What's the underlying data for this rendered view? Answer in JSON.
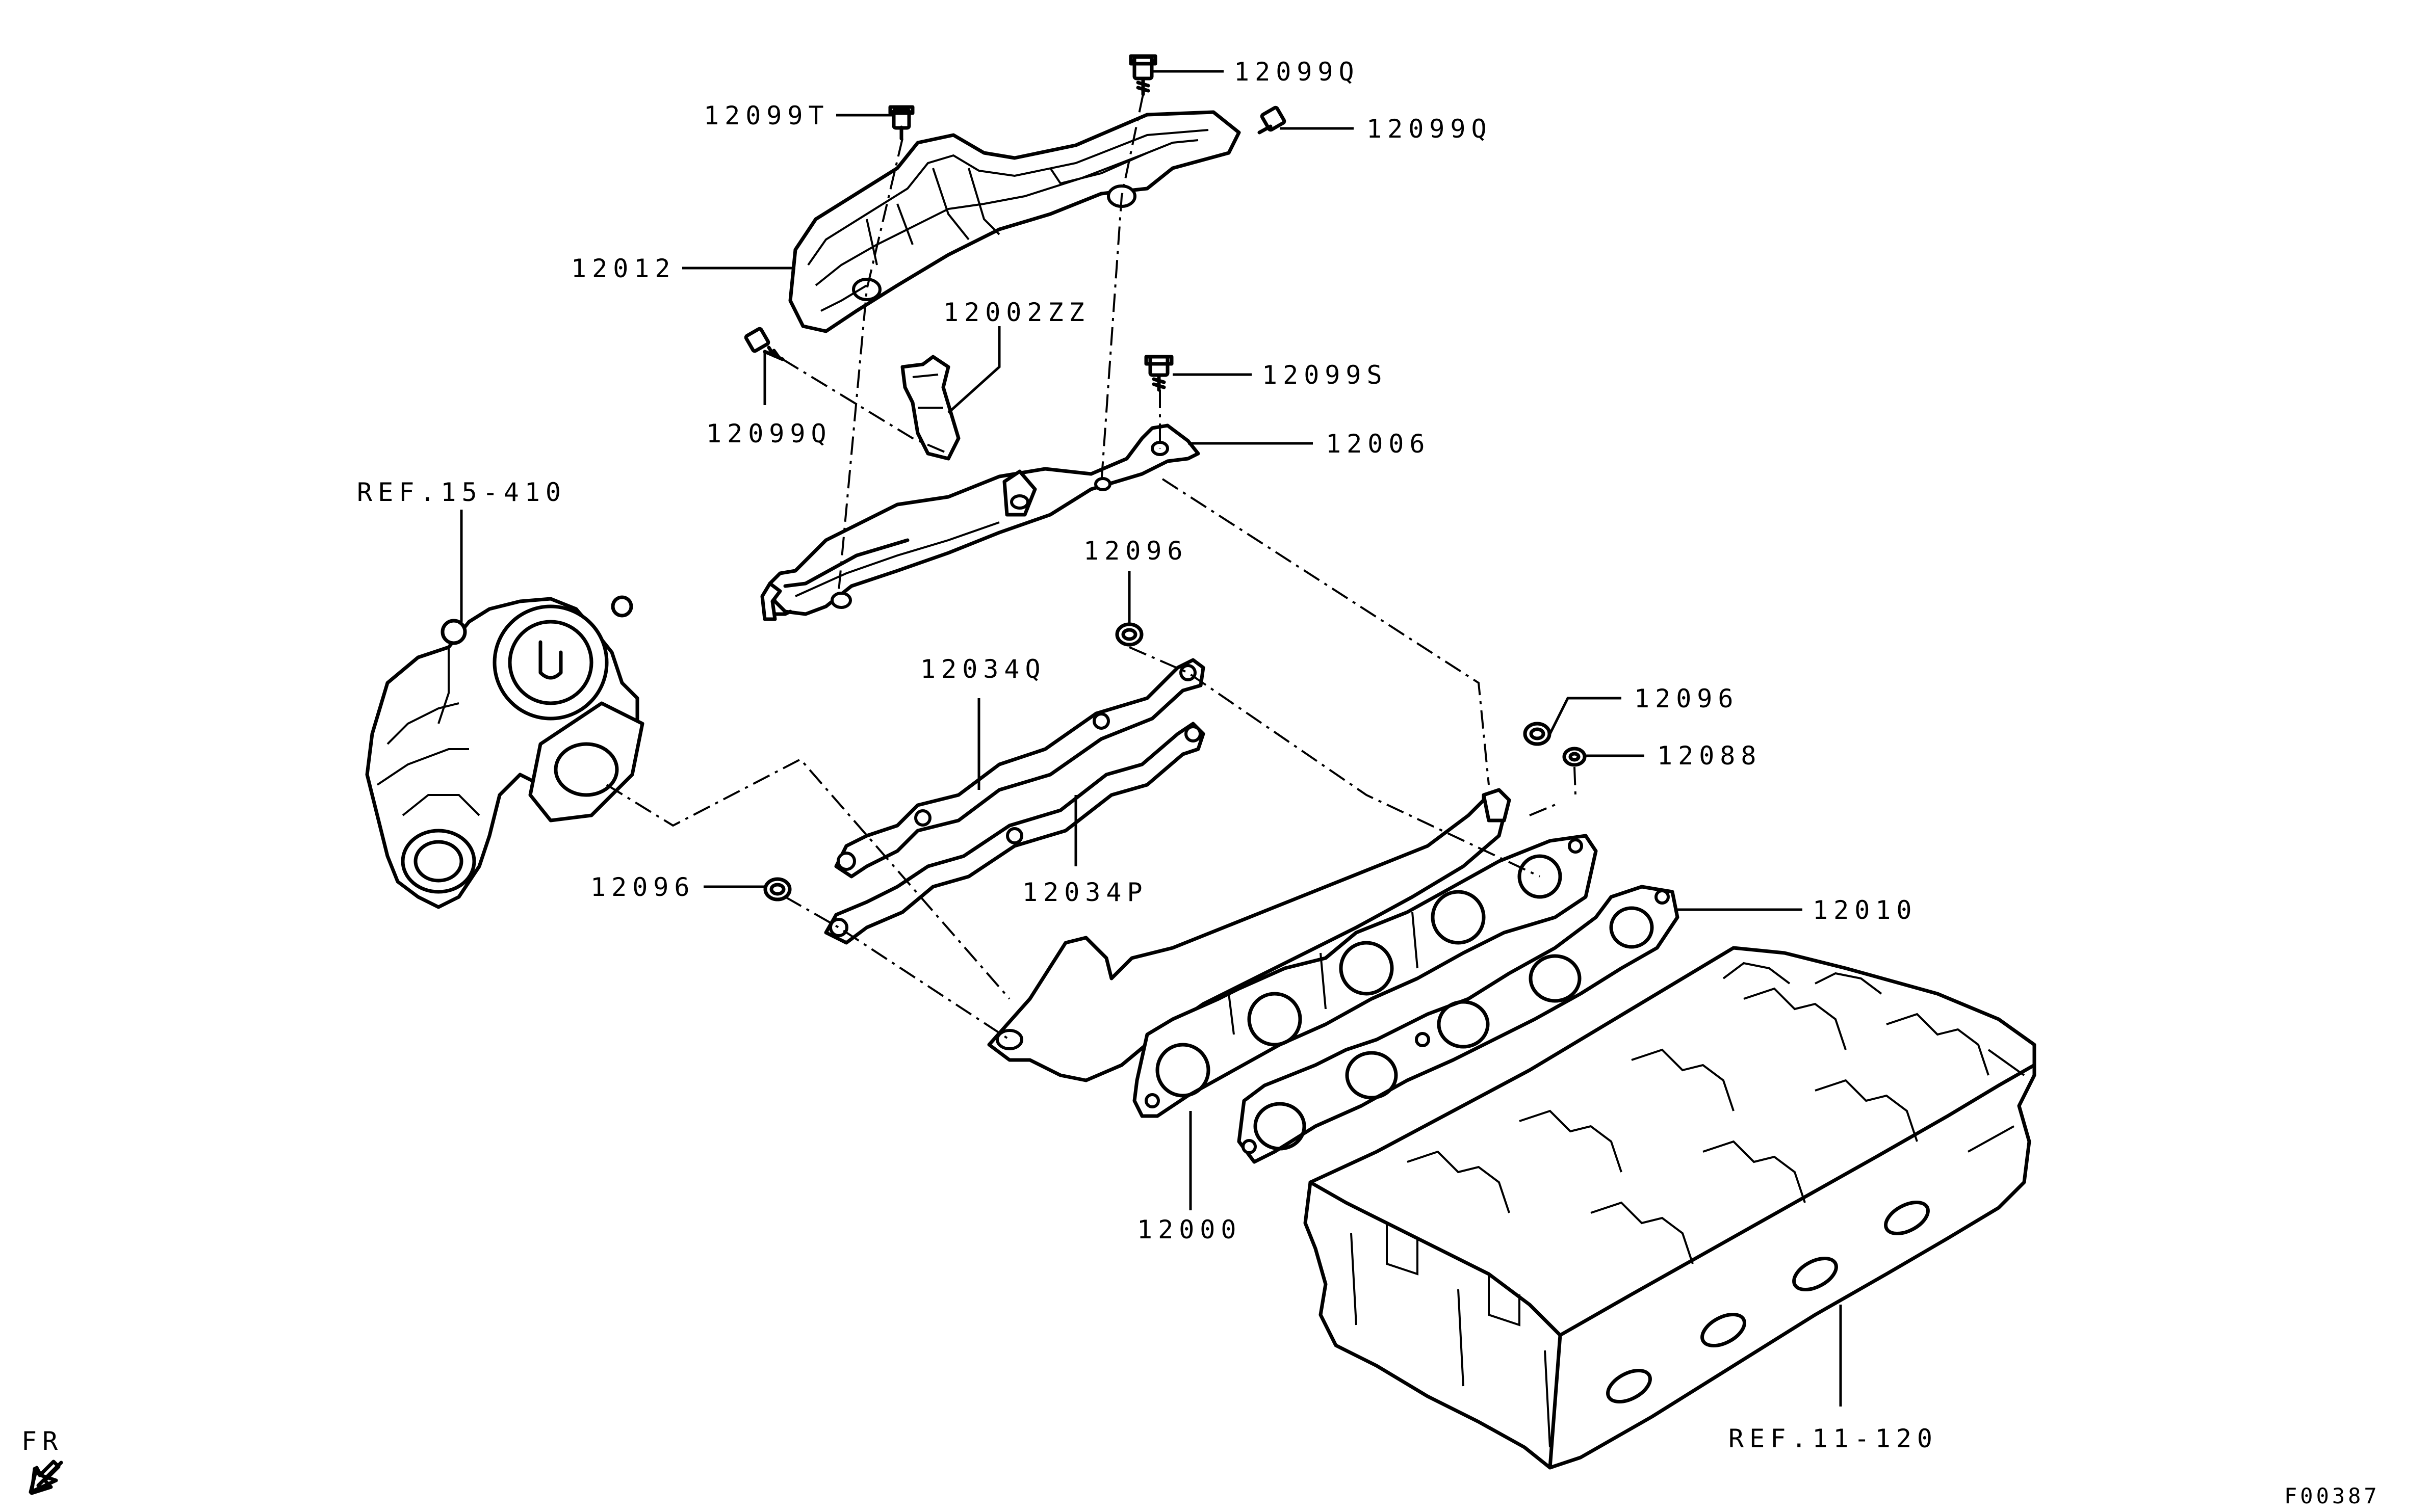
{
  "diagram_id": "F00387",
  "orientation": "FR",
  "callouts": {
    "c_12099Q_top": "12099Q",
    "c_12099T": "12099T",
    "c_12099Q_right": "12099Q",
    "c_12012": "12012",
    "c_12002ZZ": "12002ZZ",
    "c_12099Q_left": "12099Q",
    "c_12099S": "12099S",
    "c_12006": "12006",
    "c_ref_15_410": "REF.15-410",
    "c_12096_top": "12096",
    "c_12034Q": "12034Q",
    "c_12096_right": "12096",
    "c_12088": "12088",
    "c_12096_left": "12096",
    "c_12034P": "12034P",
    "c_12010": "12010",
    "c_12000": "12000",
    "c_ref_11_120": "REF.11-120"
  }
}
